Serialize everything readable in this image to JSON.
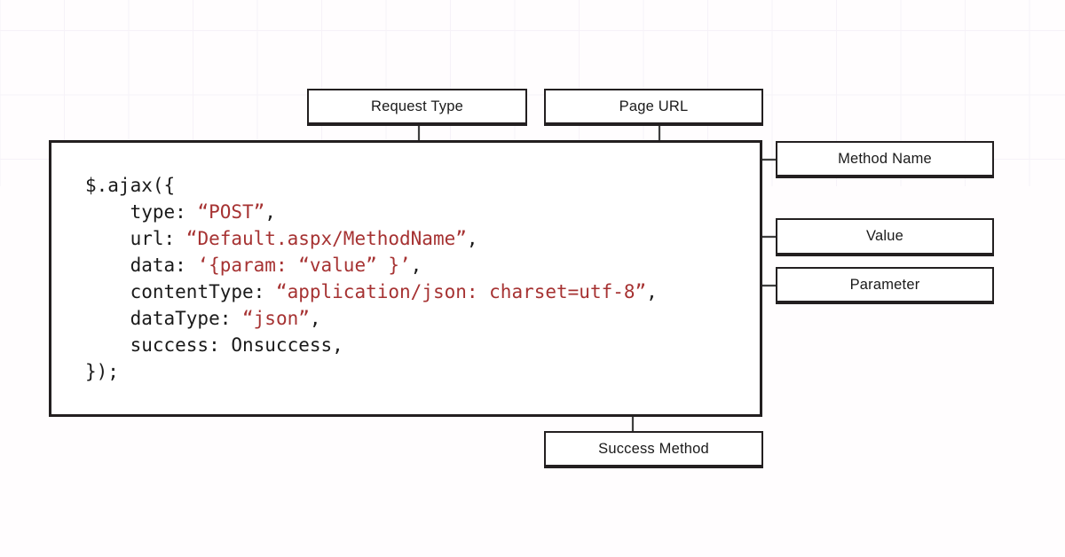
{
  "diagram": {
    "title": "jQuery AJAX call annotated diagram",
    "background_color": "#fffdfe",
    "grid_color": "#f6f2f8",
    "line_color": "#3f3f3f",
    "border_color": "#231f20",
    "string_color": "#a63232",
    "code_color": "#1a1a1a"
  },
  "code_block": {
    "language": "javascript",
    "lines": [
      {
        "id": "line-open",
        "text": "$.ajax({"
      },
      {
        "id": "line-type",
        "text": "    type: “POST”,"
      },
      {
        "id": "line-url",
        "text": "    url: “Default.aspx/MethodName”,"
      },
      {
        "id": "line-data",
        "text": "    data: ‘{param: “value” }’,"
      },
      {
        "id": "line-contenttype",
        "text": "    contentType: “application/json: charset=utf-8”,"
      },
      {
        "id": "line-datatype",
        "text": "    dataType: “json”,"
      },
      {
        "id": "line-success",
        "text": "    success: Onsuccess,"
      },
      {
        "id": "line-close",
        "text": "});"
      }
    ],
    "raw": "$.ajax({\n    type: “POST”,\n    url: “Default.aspx/MethodName”,\n    data: ‘{param: “value” }’,\n    contentType: “application/json: charset=utf-8”,\n    dataType: “json”,\n    success: Onsuccess,\n});",
    "tokens": {
      "open": "$.ajax({",
      "type_key": "    type: ",
      "type_value": "“POST”",
      "url_key": "    url: ",
      "url_value": "“Default.aspx/MethodName”",
      "data_key": "    data: ",
      "data_value": "‘{param: “value” }’",
      "contenttype_key": "    contentType: ",
      "contenttype_value": "“application/json: charset=utf-8”",
      "datatype_key": "    dataType: ",
      "datatype_value": "“json”",
      "success_key": "    success: Onsuccess,",
      "close": "});",
      "comma": ","
    }
  },
  "annotations": [
    {
      "id": "request-type",
      "label": "Request Type",
      "targets": "line-type",
      "position": "top-left"
    },
    {
      "id": "page-url",
      "label": "Page URL",
      "targets": "line-url",
      "position": "top-right"
    },
    {
      "id": "method-name",
      "label": "Method Name",
      "targets": "line-url",
      "position": "right-1"
    },
    {
      "id": "value",
      "label": "Value",
      "targets": "line-data",
      "position": "right-2"
    },
    {
      "id": "parameter",
      "label": "Parameter",
      "targets": "line-data",
      "position": "right-3"
    },
    {
      "id": "success-method",
      "label": "Success Method",
      "targets": "line-success",
      "position": "bottom"
    }
  ]
}
